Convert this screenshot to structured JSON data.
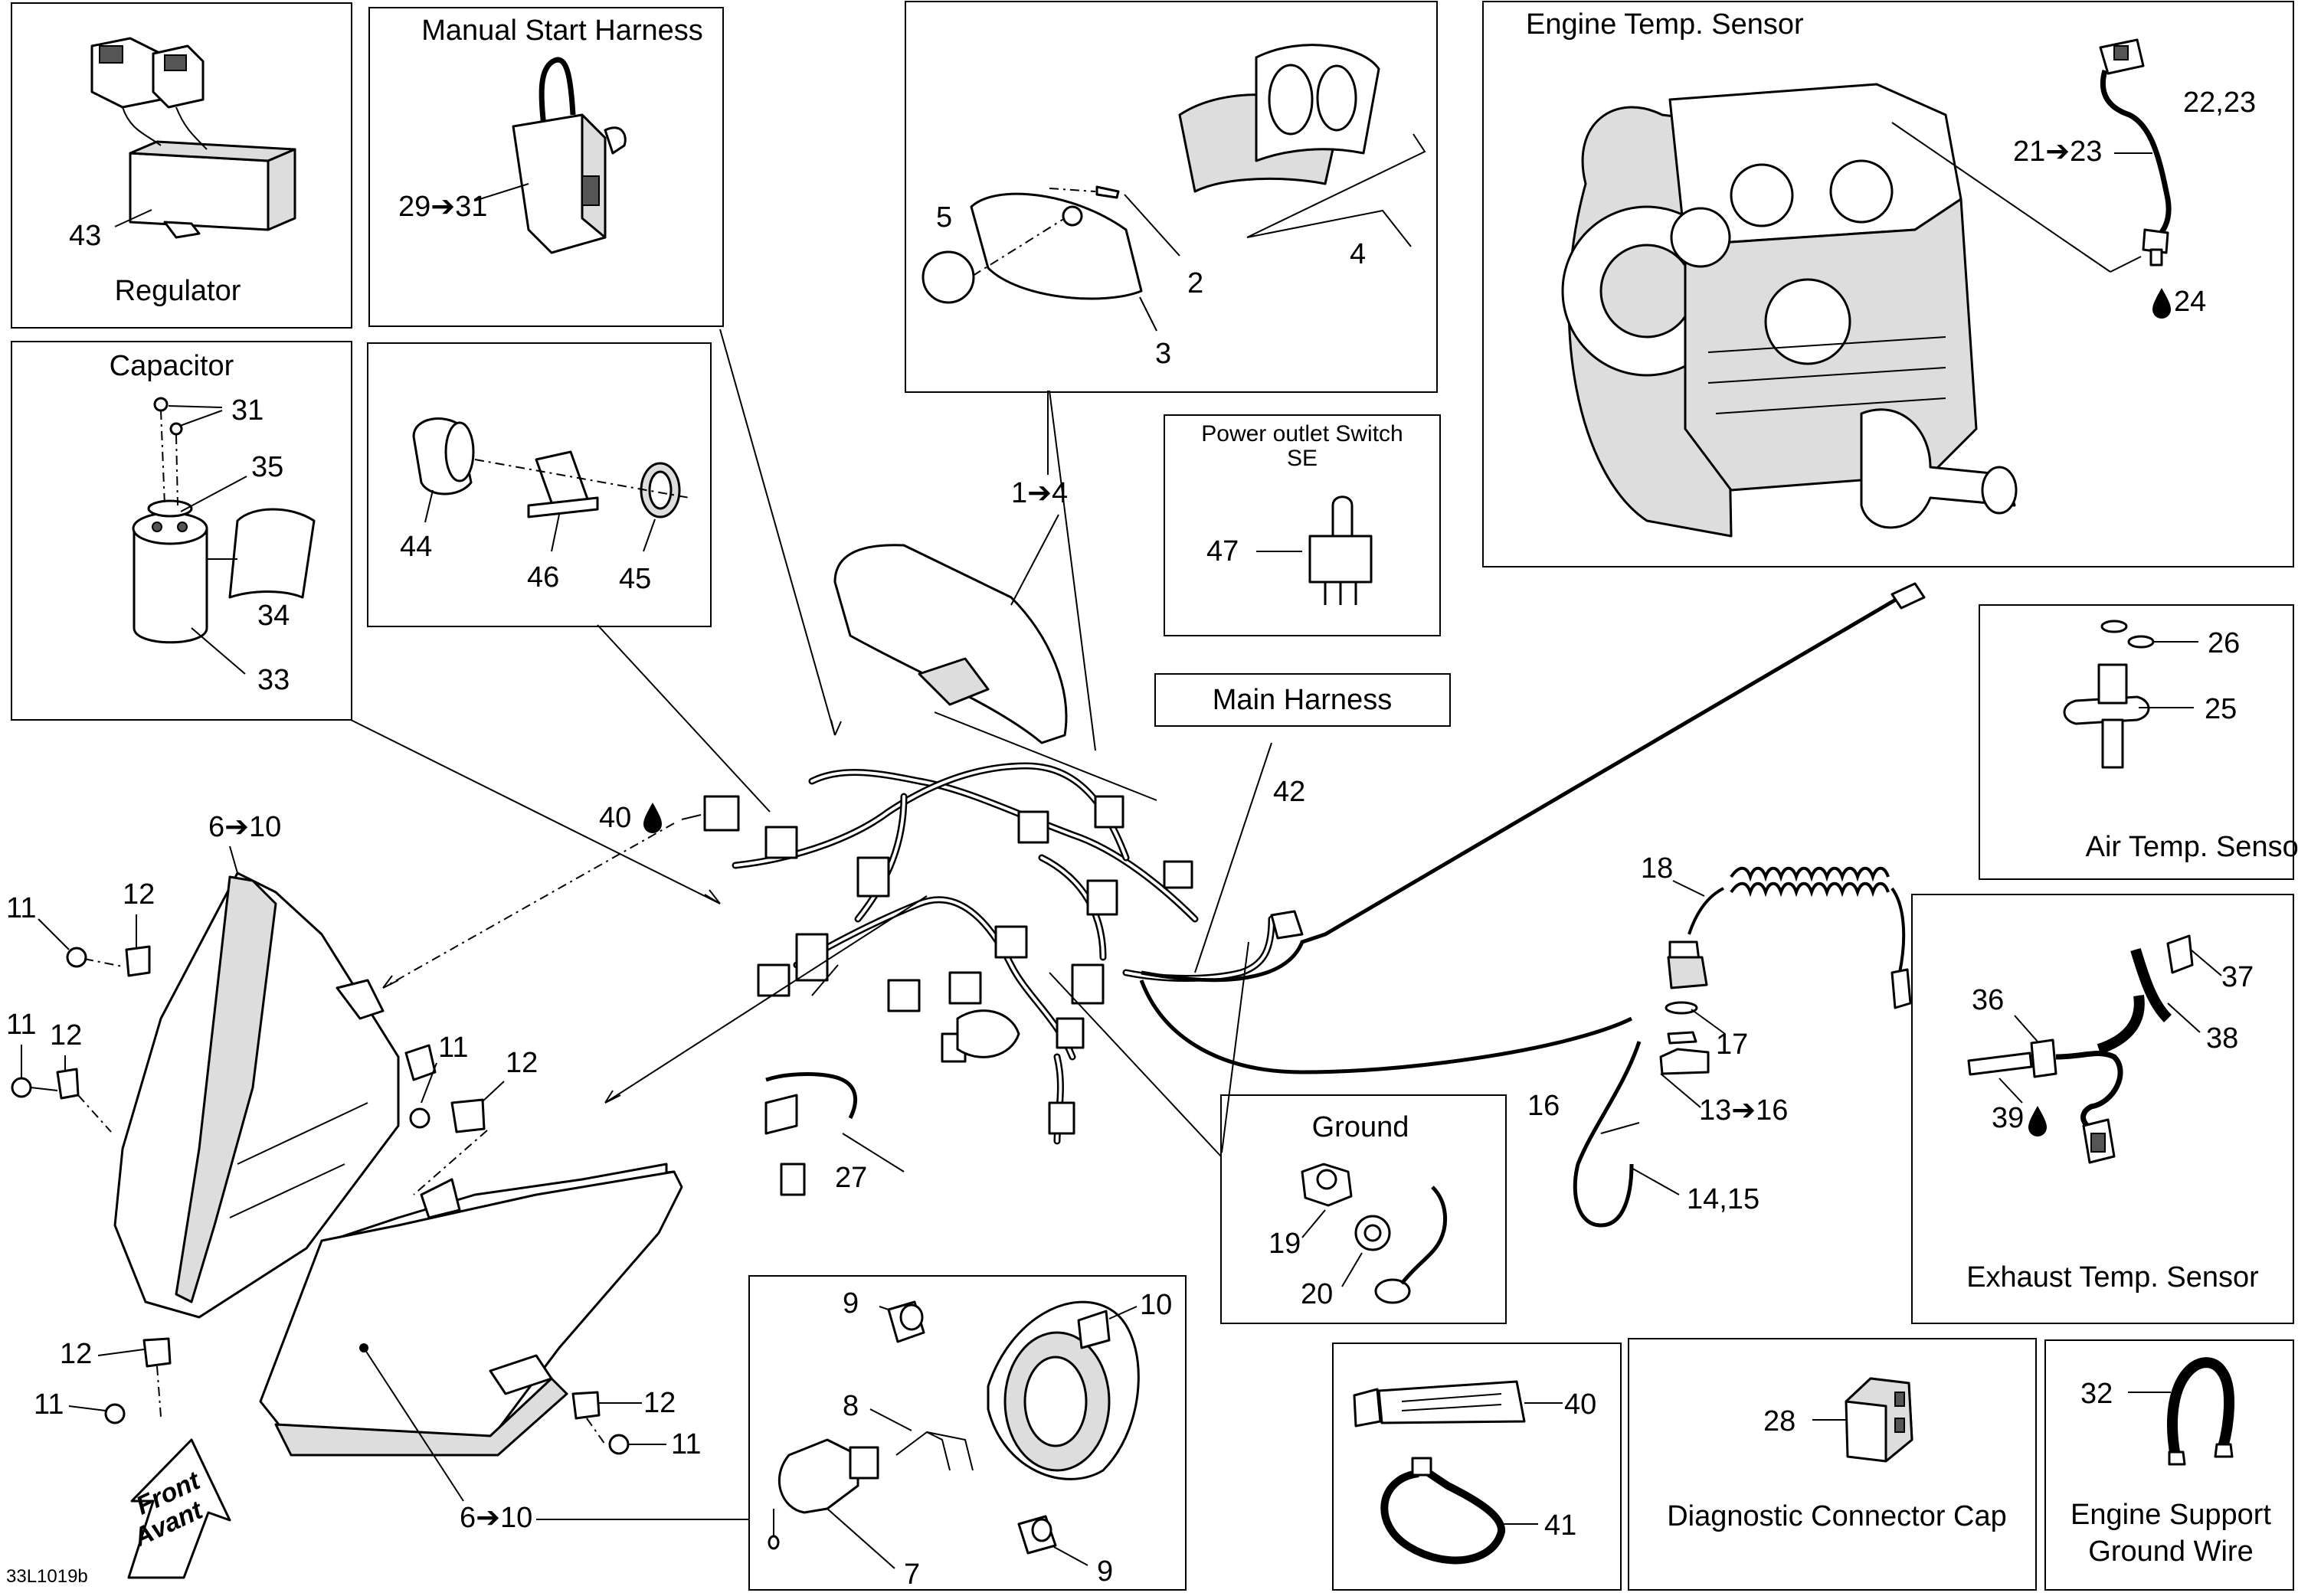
{
  "figure_code": "33L1019b",
  "front_arrow": {
    "line1": "Front",
    "line2": "Avant"
  },
  "boxes": {
    "regulator": {
      "title": "Regulator",
      "callout": "43"
    },
    "manual_start": {
      "title": "Manual Start Harness",
      "callout": "29➔31"
    },
    "gauge": {
      "callouts": [
        "5",
        "2",
        "3",
        "4"
      ]
    },
    "engine_temp": {
      "title": "Engine Temp. Sensor",
      "callouts": [
        "22,23",
        "21➔23",
        "24"
      ]
    },
    "capacitor": {
      "title": "Capacitor",
      "callouts": [
        "31",
        "35",
        "34",
        "33"
      ]
    },
    "socket": {
      "callouts": [
        "44",
        "46",
        "45"
      ]
    },
    "power_outlet": {
      "title_line1": "Power outlet Switch",
      "title_line2": "SE",
      "callout": "47"
    },
    "main_harness": {
      "title": "Main Harness",
      "callout": "42"
    },
    "air_temp": {
      "title": "Air Temp. Sensor",
      "callouts": [
        "26",
        "25"
      ]
    },
    "exhaust_temp": {
      "title": "Exhaust Temp. Sensor",
      "callouts": [
        "37",
        "36",
        "38",
        "39"
      ]
    },
    "ground": {
      "title": "Ground",
      "callouts": [
        "19",
        "20"
      ]
    },
    "headlight_bulb": {
      "callouts": [
        "9",
        "10",
        "8",
        "7",
        "9"
      ]
    },
    "grease": {
      "callouts": [
        "40",
        "41"
      ]
    },
    "diagnostic": {
      "title": "Diagnostic Connector Cap",
      "callout": "28"
    },
    "engine_ground": {
      "title_line1": "Engine Support",
      "title_line2": "Ground Wire",
      "callout": "32"
    }
  },
  "callouts": {
    "c1_4": "1➔4",
    "c40": "40",
    "c6_10_top": "6➔10",
    "c6_10_bot": "6➔10",
    "c11_a": "11",
    "c12_a": "12",
    "c11_b": "11",
    "c12_b": "12",
    "c11_c": "11",
    "c12_c": "12",
    "c12_d": "12",
    "c11_d": "11",
    "c12_e": "12",
    "c11_e": "11",
    "c27": "27",
    "c18": "18",
    "c17": "17",
    "c16": "16",
    "c13_16": "13➔16",
    "c14_15": "14,15"
  }
}
